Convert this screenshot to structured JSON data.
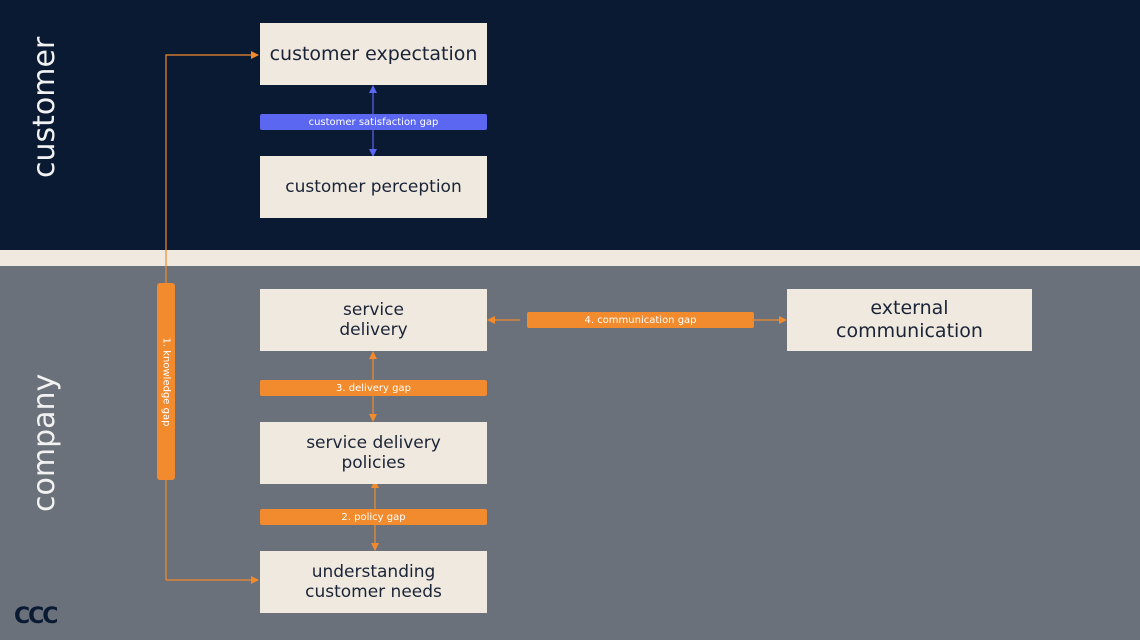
{
  "sections": {
    "customer": "customer",
    "company": "company"
  },
  "boxes": {
    "customer_expectation": "customer expectation",
    "customer_perception": "customer perception",
    "service_delivery": "service\ndelivery",
    "external_communication": "external\ncommunication",
    "service_delivery_policies": "service delivery\npolicies",
    "understanding_customer_needs": "understanding\ncustomer needs"
  },
  "gaps": {
    "customer_satisfaction": "customer satisfaction gap",
    "knowledge": "1. knowledge gap",
    "policy": "2. policy gap",
    "delivery": "3. delivery gap",
    "communication": "4. communication gap"
  },
  "logo": {
    "text": "CCC"
  },
  "colors": {
    "navy": "#0b1a33",
    "slate": "#6b717a",
    "cream": "#efe9df",
    "orange": "#f28a2e",
    "blue": "#5b67f1"
  }
}
